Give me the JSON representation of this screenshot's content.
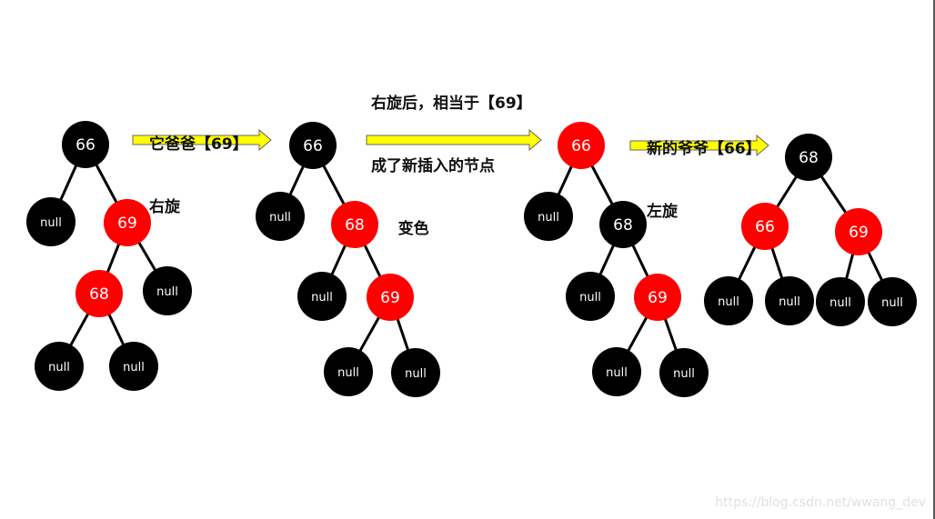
{
  "colors": {
    "black_node": "#000000",
    "red_node": "#ff0000",
    "arrow_fill": "#ffff00",
    "arrow_stroke": "#666666"
  },
  "captions": [
    {
      "name": "caption-right-rotate",
      "lines": [
        "它爸爸【69】",
        "右旋"
      ]
    },
    {
      "name": "caption-after-rotate",
      "lines": [
        "右旋后，相当于【69】",
        "成了新插入的节点",
        "     变色"
      ]
    },
    {
      "name": "caption-left-rotate",
      "lines": [
        "新的爷爷【66】",
        "左旋"
      ]
    }
  ],
  "trees": [
    {
      "name": "tree-1",
      "nodes": [
        {
          "id": "a",
          "label": "66",
          "color": "black"
        },
        {
          "id": "b",
          "label": "null",
          "color": "black"
        },
        {
          "id": "c",
          "label": "69",
          "color": "red"
        },
        {
          "id": "d",
          "label": "68",
          "color": "red"
        },
        {
          "id": "e",
          "label": "null",
          "color": "black"
        },
        {
          "id": "f",
          "label": "null",
          "color": "black"
        },
        {
          "id": "g",
          "label": "null",
          "color": "black"
        }
      ],
      "edges": [
        [
          "a",
          "b"
        ],
        [
          "a",
          "c"
        ],
        [
          "c",
          "d"
        ],
        [
          "c",
          "e"
        ],
        [
          "d",
          "f"
        ],
        [
          "d",
          "g"
        ]
      ]
    },
    {
      "name": "tree-2",
      "nodes": [
        {
          "id": "a",
          "label": "66",
          "color": "black"
        },
        {
          "id": "b",
          "label": "null",
          "color": "black"
        },
        {
          "id": "c",
          "label": "68",
          "color": "red"
        },
        {
          "id": "d",
          "label": "null",
          "color": "black"
        },
        {
          "id": "e",
          "label": "69",
          "color": "red"
        },
        {
          "id": "f",
          "label": "null",
          "color": "black"
        },
        {
          "id": "g",
          "label": "null",
          "color": "black"
        }
      ],
      "edges": [
        [
          "a",
          "b"
        ],
        [
          "a",
          "c"
        ],
        [
          "c",
          "d"
        ],
        [
          "c",
          "e"
        ],
        [
          "e",
          "f"
        ],
        [
          "e",
          "g"
        ]
      ]
    },
    {
      "name": "tree-3",
      "nodes": [
        {
          "id": "a",
          "label": "66",
          "color": "red"
        },
        {
          "id": "b",
          "label": "null",
          "color": "black"
        },
        {
          "id": "c",
          "label": "68",
          "color": "black"
        },
        {
          "id": "d",
          "label": "null",
          "color": "black"
        },
        {
          "id": "e",
          "label": "69",
          "color": "red"
        },
        {
          "id": "f",
          "label": "null",
          "color": "black"
        },
        {
          "id": "g",
          "label": "null",
          "color": "black"
        }
      ],
      "edges": [
        [
          "a",
          "b"
        ],
        [
          "a",
          "c"
        ],
        [
          "c",
          "d"
        ],
        [
          "c",
          "e"
        ],
        [
          "e",
          "f"
        ],
        [
          "e",
          "g"
        ]
      ]
    },
    {
      "name": "tree-4",
      "nodes": [
        {
          "id": "a",
          "label": "68",
          "color": "black"
        },
        {
          "id": "b",
          "label": "66",
          "color": "red"
        },
        {
          "id": "c",
          "label": "69",
          "color": "red"
        },
        {
          "id": "d",
          "label": "null",
          "color": "black"
        },
        {
          "id": "e",
          "label": "null",
          "color": "black"
        },
        {
          "id": "f",
          "label": "null",
          "color": "black"
        },
        {
          "id": "g",
          "label": "null",
          "color": "black"
        }
      ],
      "edges": [
        [
          "a",
          "b"
        ],
        [
          "a",
          "c"
        ],
        [
          "b",
          "d"
        ],
        [
          "b",
          "e"
        ],
        [
          "c",
          "f"
        ],
        [
          "c",
          "g"
        ]
      ]
    }
  ],
  "watermark": "https://blog.csdn.net/wwang_dev"
}
